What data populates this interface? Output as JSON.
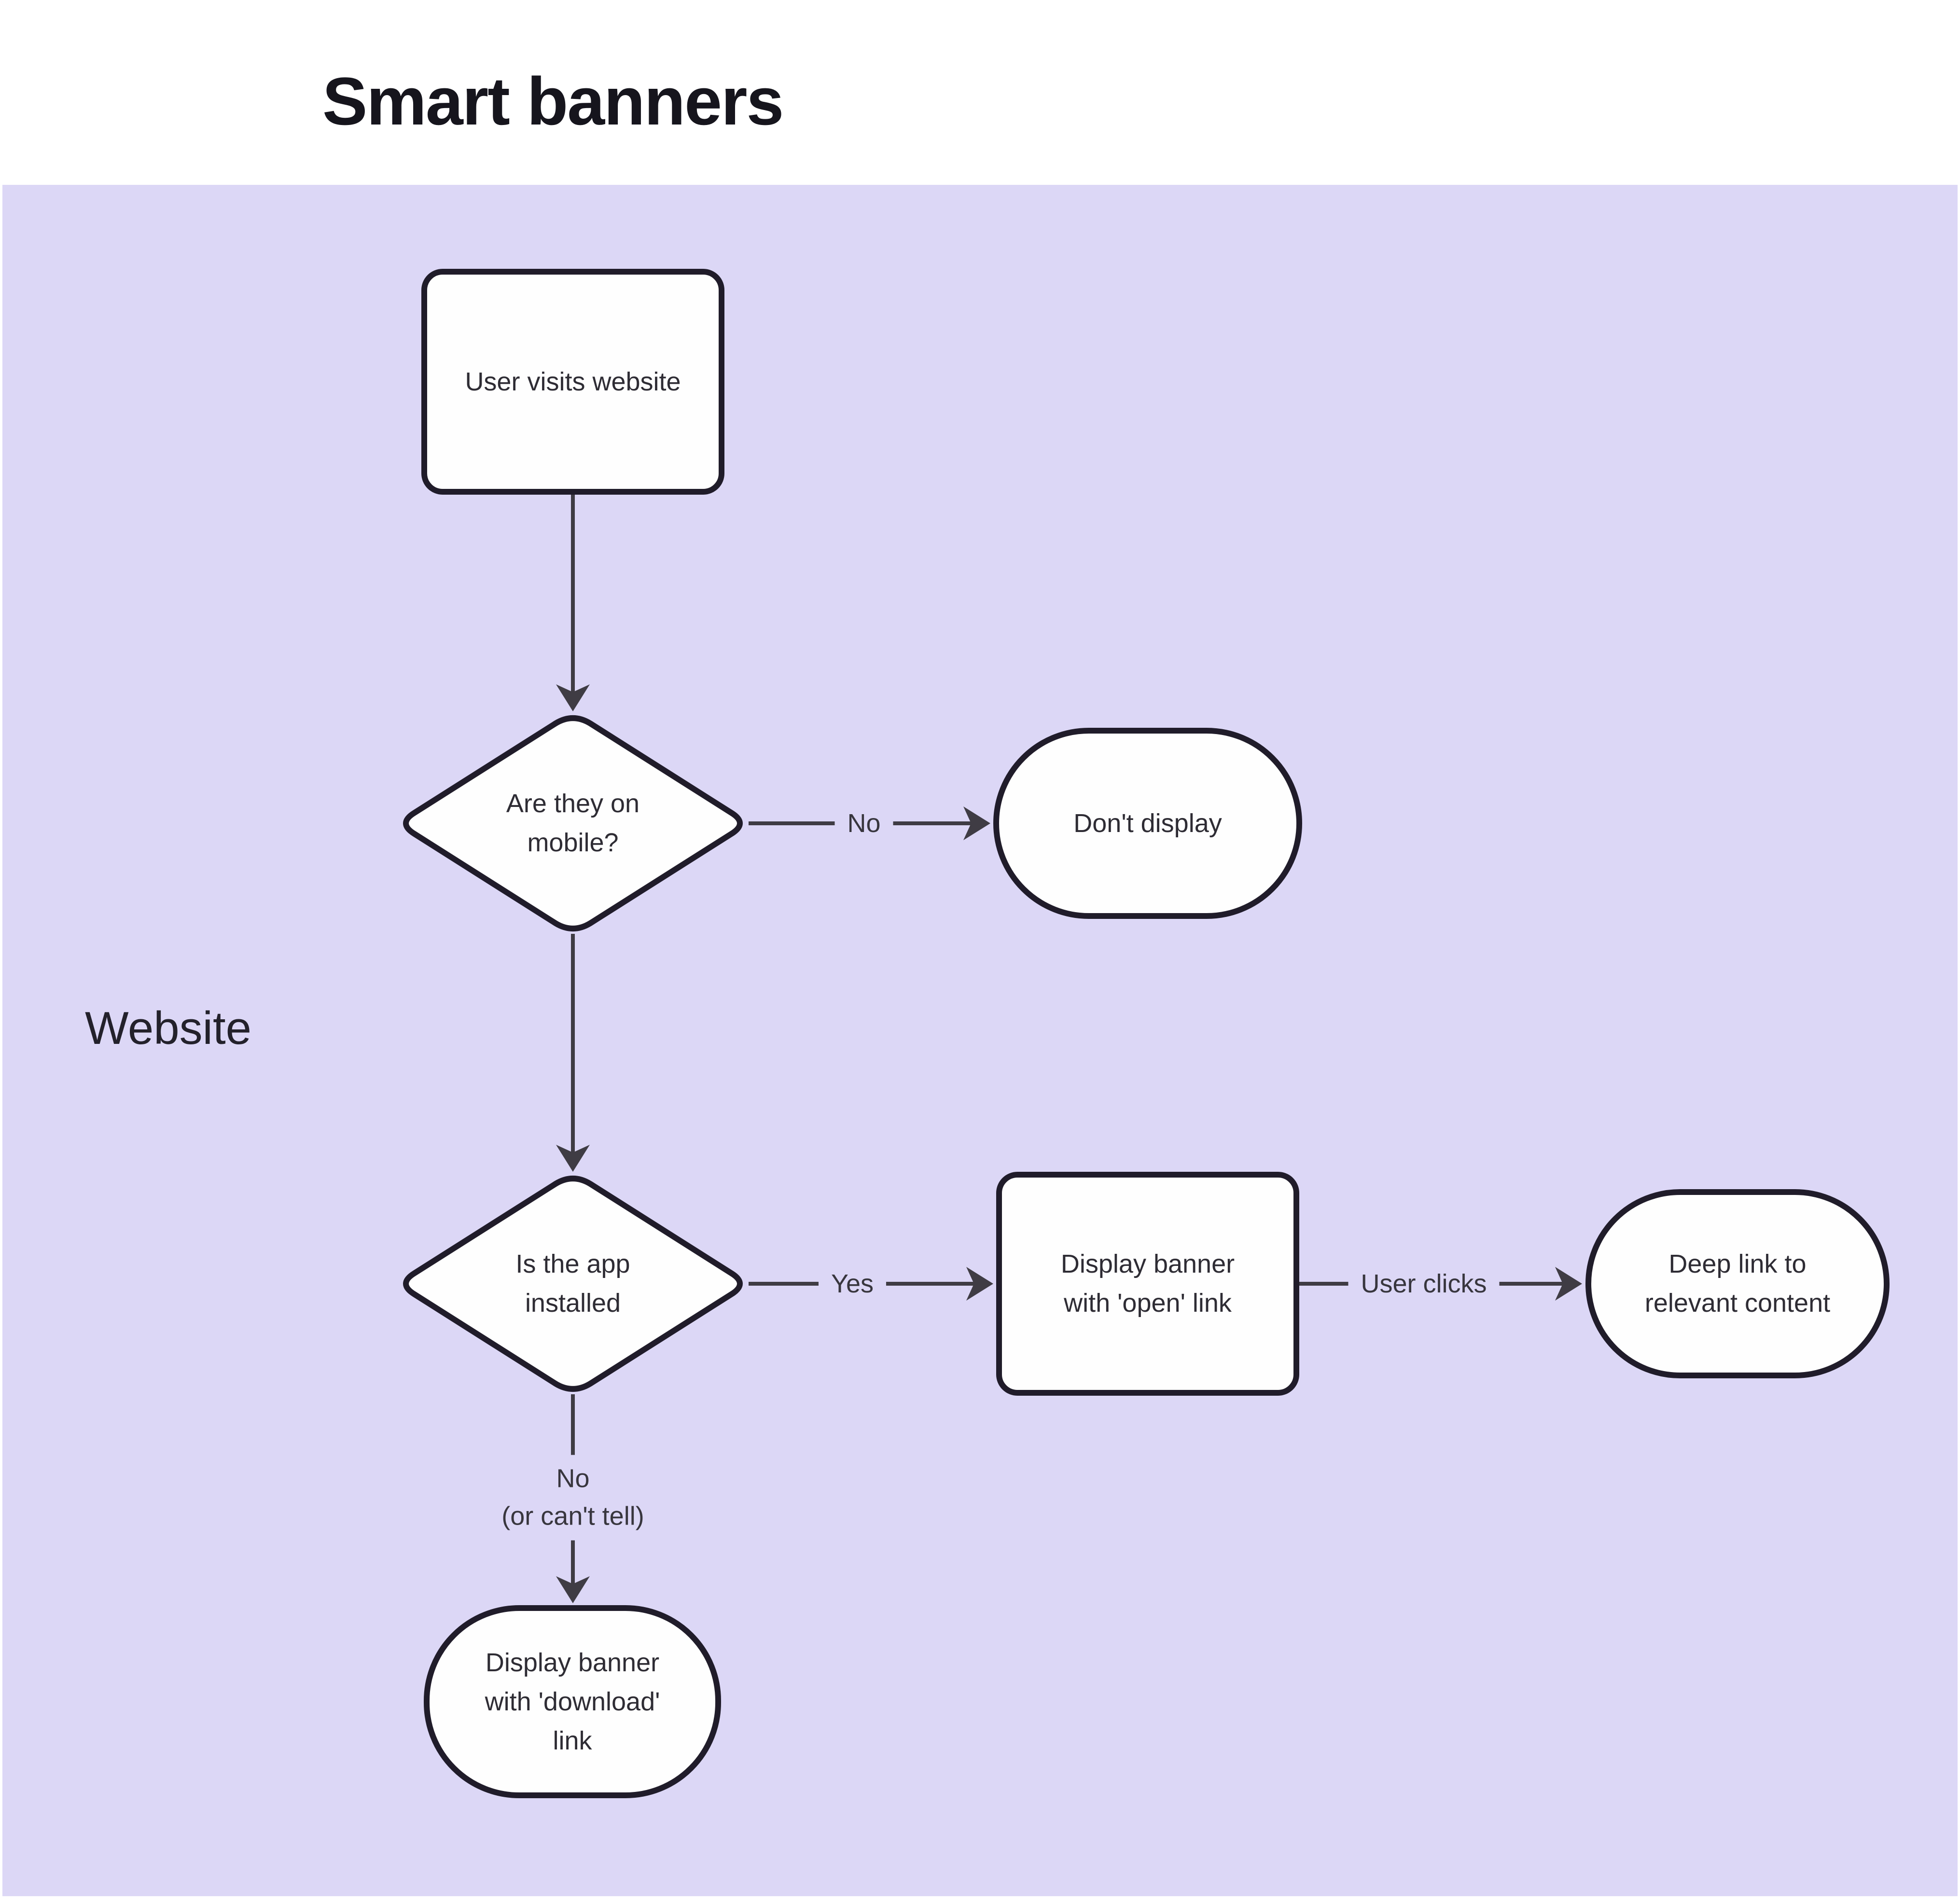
{
  "header": {
    "title": "Smart banners"
  },
  "canvas": {
    "group_label": "Website"
  },
  "nodes": {
    "visit": {
      "label": "User visits website",
      "type": "process"
    },
    "mobile": {
      "label": "Are they on mobile?",
      "type": "decision"
    },
    "dont": {
      "label": "Don't display",
      "type": "terminal"
    },
    "installed": {
      "label": "Is the app installed",
      "type": "decision"
    },
    "open": {
      "label": "Display banner with 'open' link",
      "type": "process"
    },
    "deep": {
      "label": "Deep link to relevant content",
      "type": "terminal"
    },
    "download": {
      "label": "Display banner with 'download' link",
      "type": "terminal"
    }
  },
  "edges": {
    "mobile_no": {
      "label": "No"
    },
    "installed_yes": {
      "label": "Yes"
    },
    "open_clicks": {
      "label": "User clicks"
    },
    "installed_no": {
      "label": "No\n(or can't tell)"
    }
  },
  "colors": {
    "background": "#ffffff",
    "panel": "#dcd7f6",
    "node_fill": "#fefefe",
    "node_border": "#201c2a",
    "node_text": "#2e2c34",
    "edge": "#3f3c44",
    "edge_label_text": "#38363e",
    "title_color": "#16151d",
    "group_label_text": "#23212b"
  }
}
